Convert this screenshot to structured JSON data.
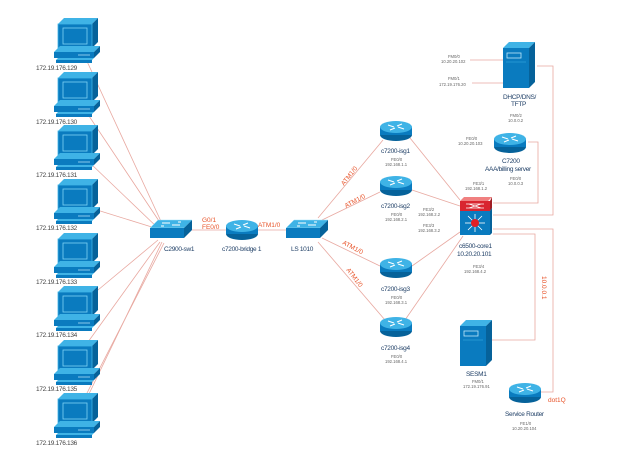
{
  "diagram": {
    "type": "network-topology",
    "colors": {
      "device": "#0a7bbf",
      "device_light": "#3fb3e6",
      "link": "#e8a8a0",
      "link_label": "#e8542a",
      "core_top": "#d9252f"
    },
    "pcs": [
      {
        "label": "172.19.176.129"
      },
      {
        "label": "172.19.176.130"
      },
      {
        "label": "172.19.176.131"
      },
      {
        "label": "172.19.176.132"
      },
      {
        "label": "172.19.176.133"
      },
      {
        "label": "172.19.176.134"
      },
      {
        "label": "172.19.176.135"
      },
      {
        "label": "172.19.176.136"
      }
    ],
    "switch_access": {
      "label": "C2900-sw1"
    },
    "bridge": {
      "label": "c7200-bridge 1",
      "left_if1": "G0/1",
      "left_if2": "FE0/0",
      "right_if": "ATM1/0"
    },
    "ls1010": {
      "label": "LS 1010"
    },
    "isg": [
      {
        "label": "c7200-isg1",
        "if": "FE0/0",
        "ip": "192.168.1.1",
        "link_label": "ATM1/0"
      },
      {
        "label": "c7200-isg2",
        "if": "FE0/0",
        "ip": "192.168.2.1",
        "link_label": "ATM1/0"
      },
      {
        "label": "c7200-isg3",
        "if": "FE0/0",
        "ip": "192.168.3.1",
        "link_label": "ATM1/0"
      },
      {
        "label": "c7200-isg4",
        "if": "FE0/0",
        "ip": "192.168.4.1",
        "link_label": "ATM1/0"
      }
    ],
    "core": {
      "label1": "c6500-core1",
      "label2": "10.20.20.101",
      "ifs": [
        {
          "name": "FE3/1",
          "ip": "192.168.1.2"
        },
        {
          "name": "FE3/2",
          "ip": "192.168.2.2"
        },
        {
          "name": "FE3/3",
          "ip": "192.168.3.2"
        },
        {
          "name": "FE3/4",
          "ip": "192.168.4.2"
        }
      ]
    },
    "dhcp": {
      "label1": "DHCP/DNS/",
      "label2": "TFTP",
      "if_a": {
        "name": "FM0/0",
        "ip": "10.20.20.102"
      },
      "if_b": {
        "name": "FM0/1",
        "ip": "172.19.176.20"
      },
      "if_c": {
        "name": "FM0/2",
        "ip": "10.0.0.2"
      }
    },
    "aaa": {
      "label1": "C7200",
      "label2": "AAA/billing server",
      "if_left": {
        "name": "FE0/0",
        "ip": "10.20.20.103"
      },
      "if_bottom": {
        "name": "FE0/0",
        "ip": "10.0.0.3"
      }
    },
    "sesm": {
      "label": "SESM1",
      "if": "FM0/1",
      "ip": "172.19.176.91"
    },
    "service_router": {
      "label": "Service Router",
      "if": "FE1/0",
      "ip": "10.20.20.104",
      "link_label": "dot1Q"
    },
    "vlan_label": "10.0.0.1"
  }
}
